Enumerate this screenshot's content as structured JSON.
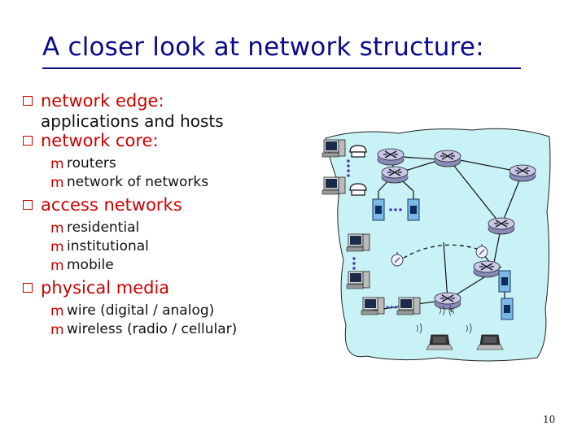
{
  "slide": {
    "title": "A closer look at network structure:",
    "page_number": "10"
  },
  "bullets": [
    {
      "heading": "network edge:",
      "continuation": "applications and hosts",
      "subitems": []
    },
    {
      "heading": "network core:",
      "continuation": "",
      "subitems": [
        "routers",
        "network of networks"
      ]
    },
    {
      "heading": "access networks",
      "continuation": "",
      "subitems": [
        "residential",
        "institutional",
        "mobile"
      ]
    },
    {
      "heading": "physical media",
      "continuation": "",
      "subitems": [
        "wire (digital / analog)",
        "wireless (radio / cellular)"
      ]
    }
  ],
  "diagram": {
    "nodes": [
      "router",
      "router",
      "router",
      "router",
      "router",
      "router",
      "router",
      "desktop-host",
      "desktop-host",
      "desktop-host",
      "desktop-host",
      "desktop-host",
      "desktop-host",
      "phone",
      "phone",
      "server",
      "server",
      "server",
      "server",
      "laptop",
      "laptop",
      "wireless-access-point",
      "wireless-access-point"
    ],
    "colors": {
      "cloud_fill": "#c8f2f5",
      "router_fill": "#c8c8e8",
      "server_fill": "#7ab8e6",
      "title": "#0a0a8c",
      "bullet_heading": "#cc0000"
    }
  }
}
